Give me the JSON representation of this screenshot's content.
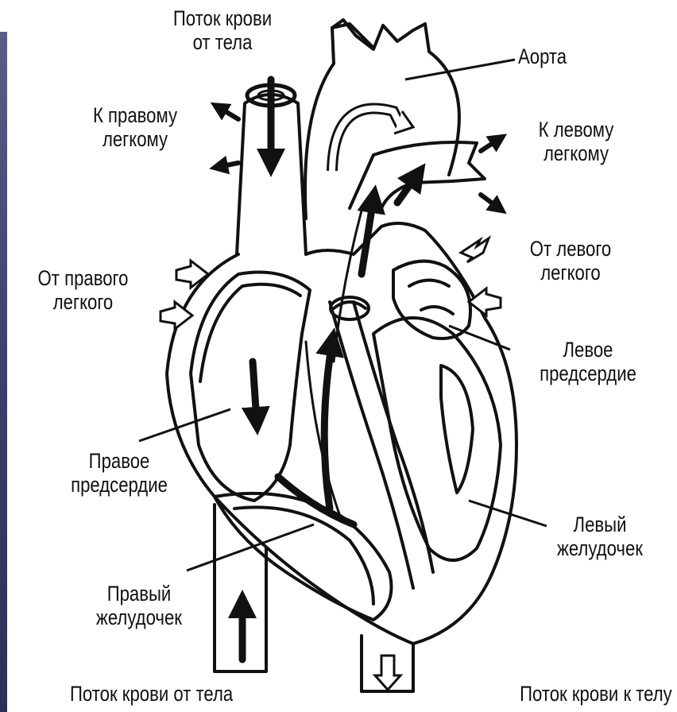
{
  "labels": {
    "flow_from_body_top": [
      "Поток крови",
      "от тела"
    ],
    "aorta": "Аорта",
    "to_right_lung": [
      "К правому",
      "легкому"
    ],
    "to_left_lung": [
      "К левому",
      "легкому"
    ],
    "from_left_lung": [
      "От левого",
      "легкого"
    ],
    "from_right_lung": [
      "От правого",
      "легкого"
    ],
    "left_atrium": [
      "Левое",
      "предсердие"
    ],
    "right_atrium": [
      "Правое",
      "предсердие"
    ],
    "left_ventricle": [
      "Левый",
      "желудочек"
    ],
    "right_ventricle": [
      "Правый",
      "желудочек"
    ],
    "flow_from_body_bottom": "Поток крови от тела",
    "flow_to_body": "Поток крови к телу"
  },
  "colors": {
    "line": "#111111",
    "background": "#ffffff",
    "side_strip": "#3c3f6e"
  }
}
